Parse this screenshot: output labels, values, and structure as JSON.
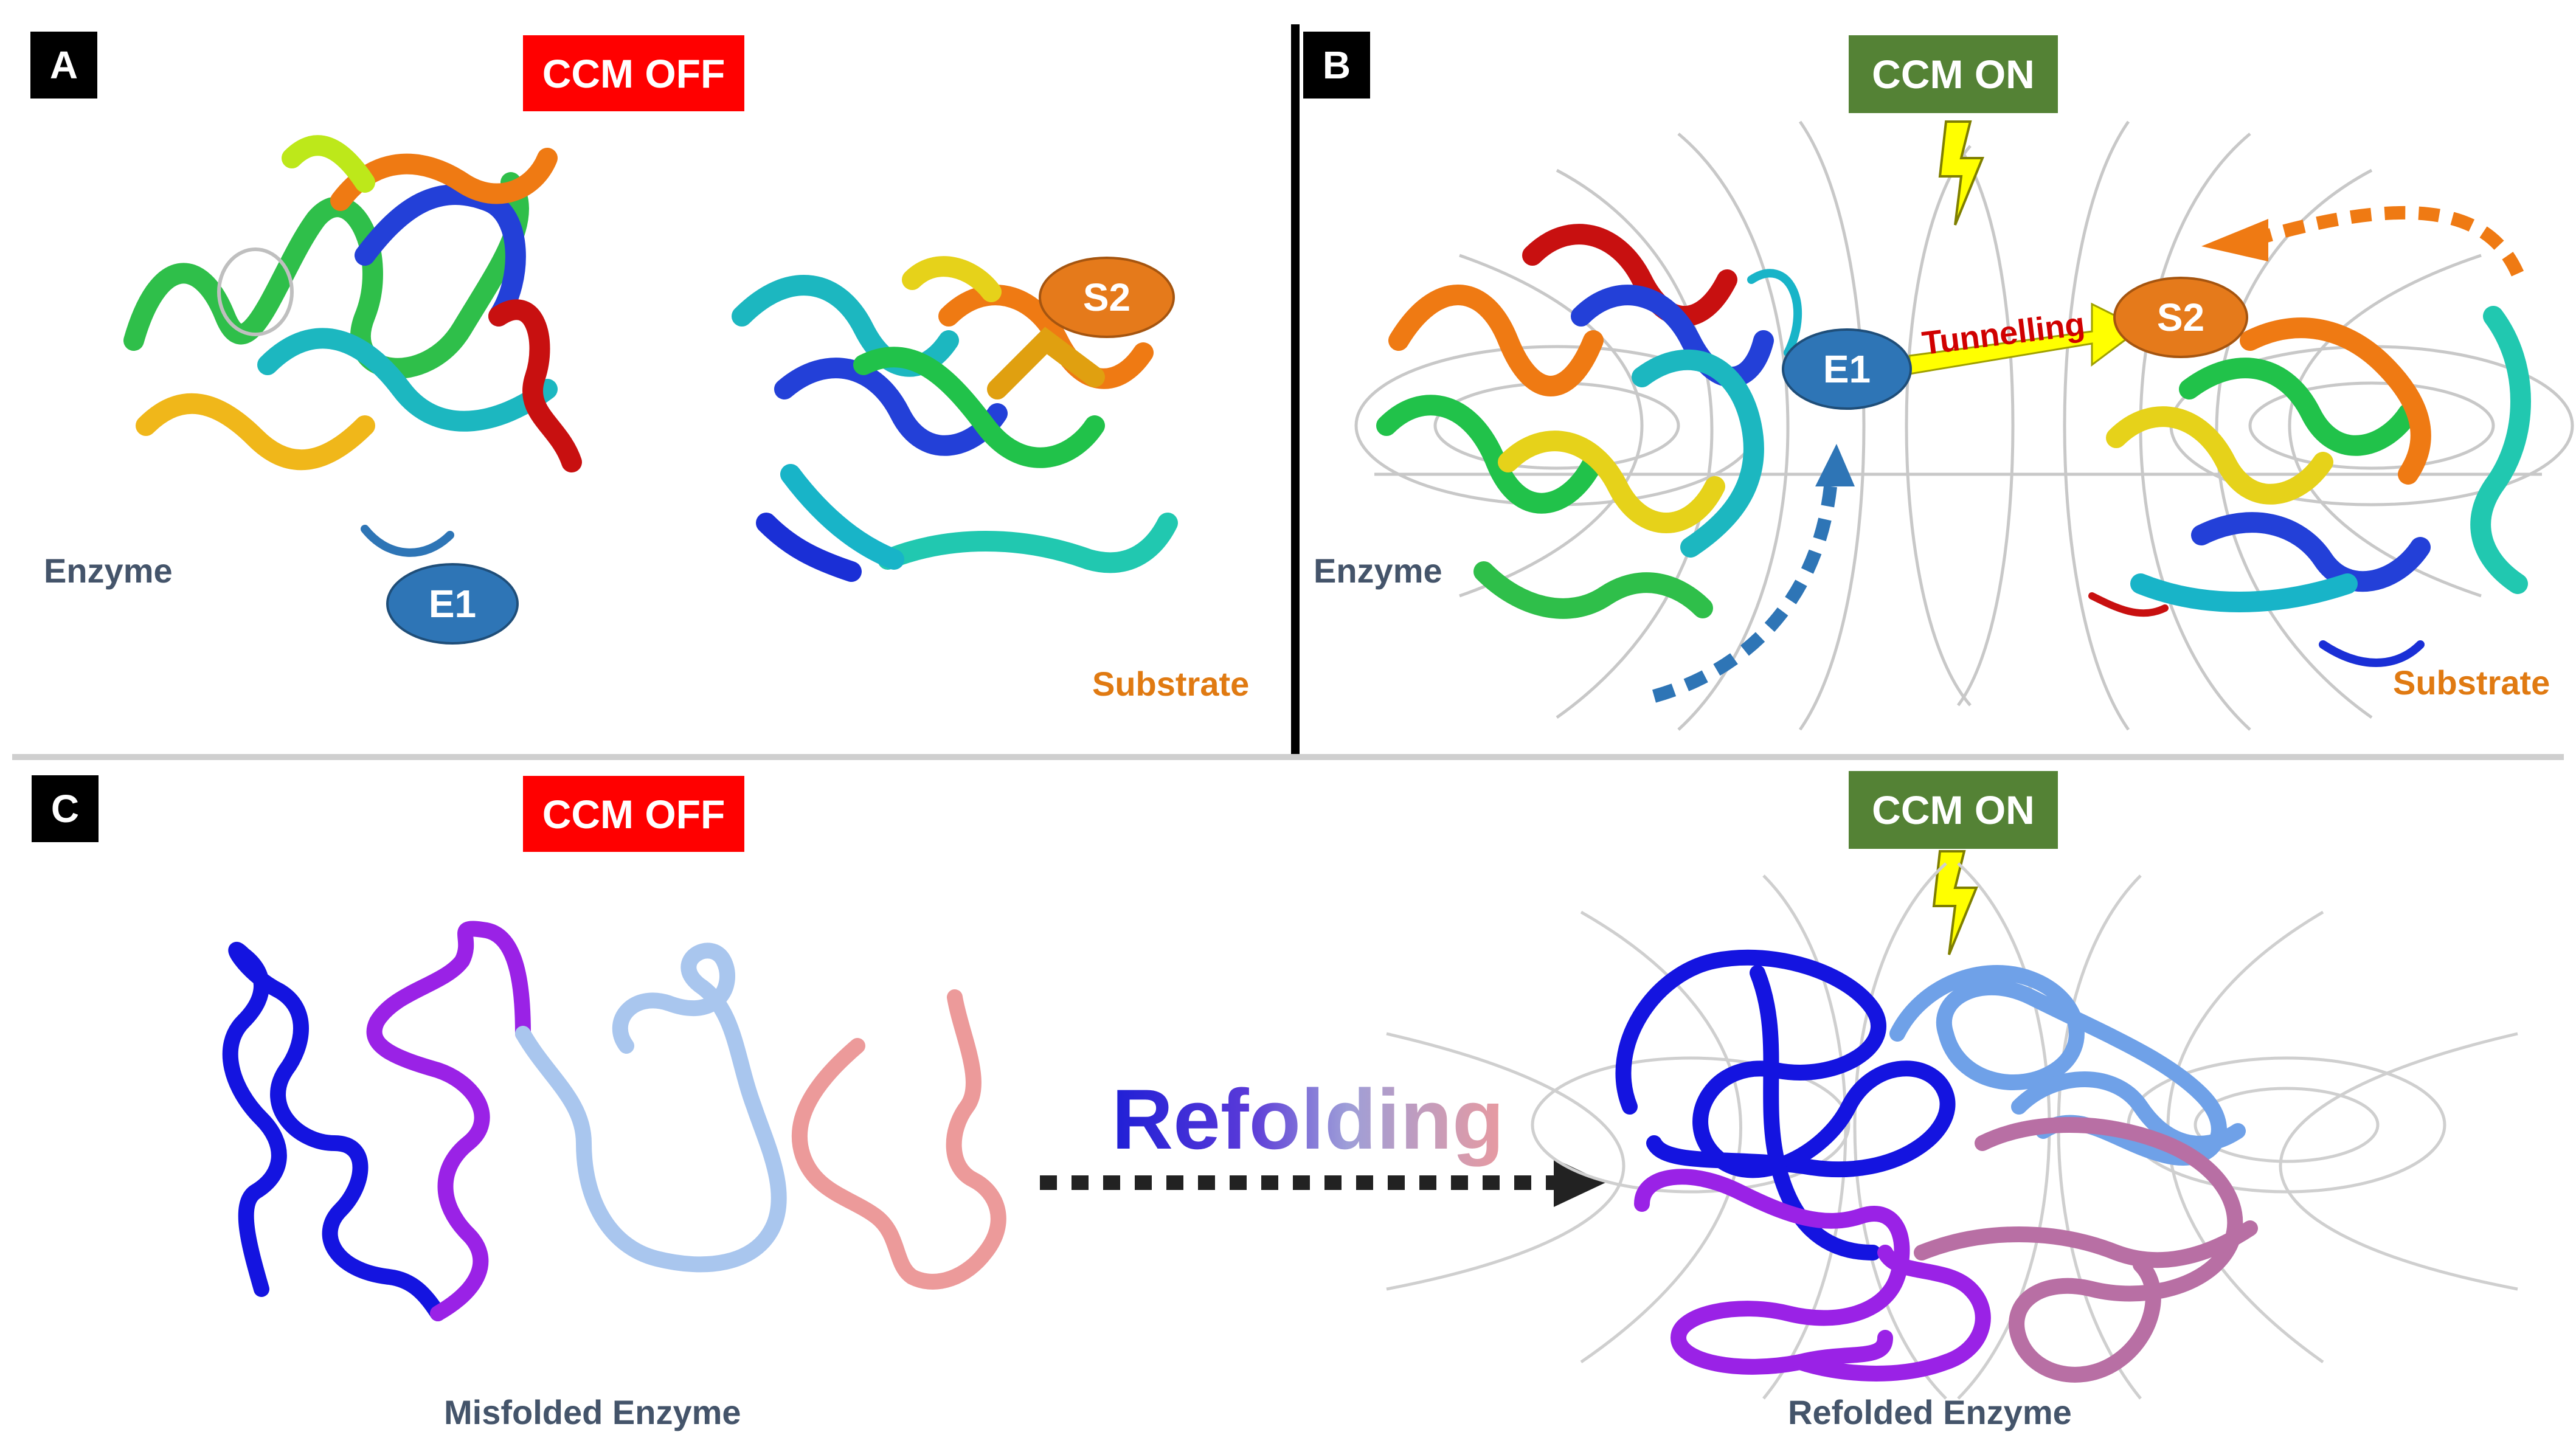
{
  "panels": {
    "a": {
      "letter": "A",
      "badge": "CCM OFF",
      "enzyme_label": "Enzyme",
      "substrate_label": "Substrate",
      "node_e1": "E1",
      "node_s2": "S2"
    },
    "b": {
      "letter": "B",
      "badge": "CCM ON",
      "enzyme_label": "Enzyme",
      "substrate_label": "Substrate",
      "node_e1": "E1",
      "node_s2": "S2",
      "tunnel_label": "Tunnelling"
    },
    "c": {
      "letter": "C",
      "badge_off": "CCM OFF",
      "badge_on": "CCM ON",
      "refolding_label": "Refolding",
      "misfolded_caption": "Misfolded  Enzyme",
      "refolded_caption": "Refolded Enzyme"
    }
  },
  "colors": {
    "ccm_off": "#ff0000",
    "ccm_on": "#548235",
    "enzyme_text": "#44546a",
    "substrate_text": "#e07a12",
    "e1": "#2e75b6",
    "s2": "#e57a1b",
    "lightning": "#ffff00"
  },
  "icons": [
    "lightning-bolt-icon",
    "dotted-arrow-icon",
    "field-line-icon"
  ]
}
